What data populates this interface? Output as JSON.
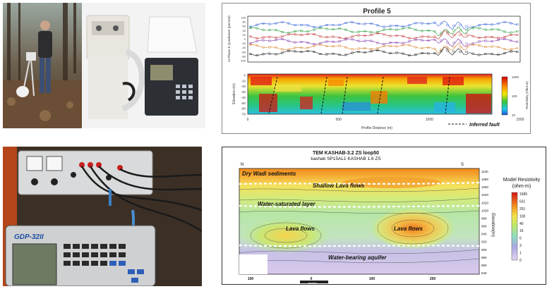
{
  "profile_panel": {
    "title": "Profile 5",
    "upper_ylabel": "In-Phase & Quadrature (percent)",
    "lower_ylabel": "Elevation (m)",
    "xlabel": "Profile Distance (m)",
    "upper_yticks": [
      "100",
      "80",
      "60",
      "40",
      "20",
      "0",
      "-20",
      "-40",
      "-60",
      "-80",
      "-100"
    ],
    "lower_yticks": [
      "0",
      "-10",
      "-20",
      "-30",
      "-40",
      "-50",
      "-60",
      "-70"
    ],
    "xticks": [
      "0",
      "500",
      "1000",
      "1500"
    ],
    "colorbar_label": "Resistivity (Ohm-m)",
    "colorbar_ticks": [
      "1000",
      "100",
      "10"
    ],
    "legend_text": "Inferred fault"
  },
  "resistivity_panel": {
    "title_line1": "TEM KASHAB-3.2 ZS loop50",
    "title_line2": "kashab SP15AL1 KASHAB 1.6 ZS",
    "corner_left": "N",
    "corner_right": "S",
    "elevation_ticks": [
      "1100",
      "1080",
      "1060",
      "1040",
      "1020",
      "1000",
      "980",
      "960",
      "940",
      "920",
      "900",
      "880",
      "860",
      "840"
    ],
    "elevation_label": "Elevation(m)",
    "distance_ticks": [
      "100",
      "0",
      "100",
      "200"
    ],
    "distance_label": "metre",
    "legend_title": "Model Resistivity",
    "legend_unit": "(ohm-m)",
    "legend_values": [
      "1585",
      "631",
      "251",
      "100",
      "40",
      "16",
      "6",
      "3",
      "1",
      "0"
    ],
    "annotations": {
      "dry_wadi": "Dry Wadi sediments",
      "shallow_lava": "Shallow Lava flows",
      "water_saturated": "Water-saturated layer",
      "lava_left": "Lava flows",
      "lava_right": "Lava flows",
      "water_bearing": "Water-bearing aquifer"
    }
  },
  "instrument_panel": {
    "device_label": "GDP-32II"
  }
}
